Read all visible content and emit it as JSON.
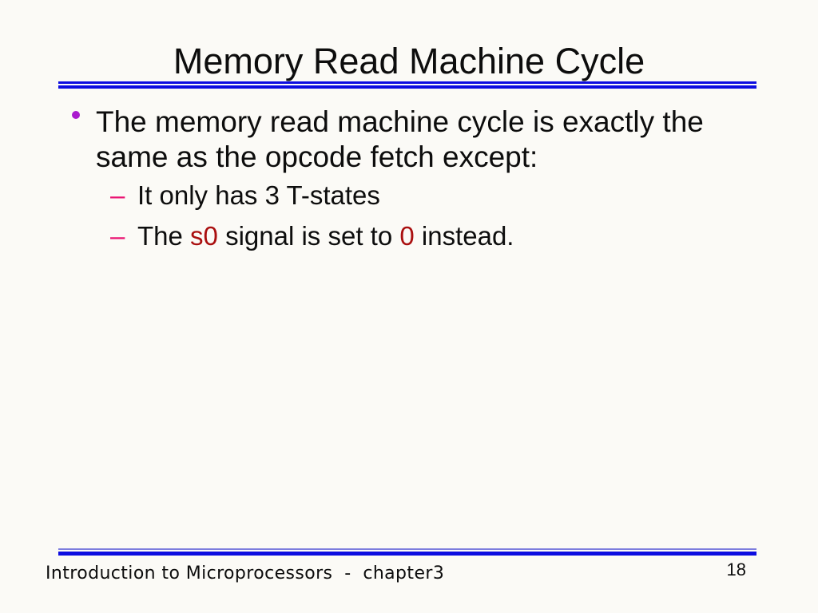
{
  "slide": {
    "title": "Memory Read Machine Cycle",
    "footer": "Introduction to Microprocessors  -  chapter3",
    "page_number": "18"
  },
  "content": {
    "bullet": {
      "text": "The memory read machine cycle is exactly the same as the opcode fetch except:"
    },
    "sub1": {
      "text": "It only has 3 T-states"
    },
    "sub2": {
      "part1": "The ",
      "highlight1": "s0",
      "part2": " signal is set to ",
      "highlight2": "0",
      "part3": " instead."
    }
  },
  "icons": {
    "dash_marker": "–"
  },
  "colors": {
    "background": "#fbfaf6",
    "text": "#0d0d0d",
    "line_blue": "#0d0de0",
    "line_blue_light": "#7d7ddd",
    "bullet_purple": "#aa1bce",
    "dash_pink": "#ea1372",
    "accent_red": "#aa0f0f"
  }
}
